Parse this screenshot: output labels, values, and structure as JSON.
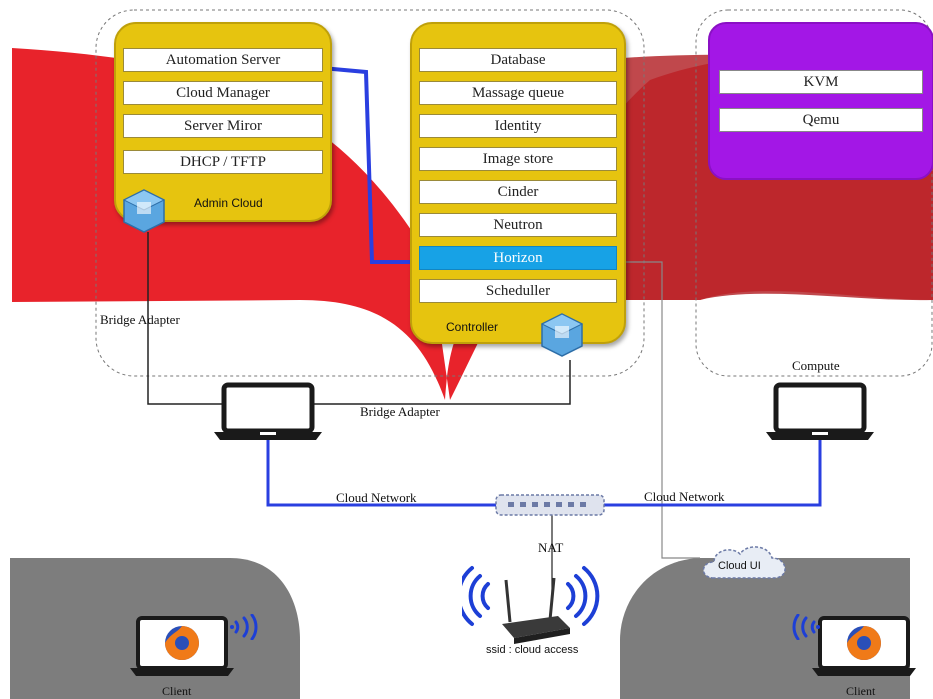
{
  "admin_cloud": {
    "title": "Admin Cloud",
    "items": [
      "Automation Server",
      "Cloud Manager",
      "Server Miror",
      "DHCP / TFTP"
    ]
  },
  "controller": {
    "title": "Controller",
    "items": [
      "Database",
      "Massage queue",
      "Identity",
      "Image store",
      "Cinder",
      "Neutron",
      "Horizon",
      "Scheduller"
    ],
    "highlighted": "Horizon"
  },
  "compute_box": {
    "title": "Compute",
    "items": [
      "KVM",
      "Qemu"
    ]
  },
  "labels": {
    "bridge_adapter_left": "Bridge Adapter",
    "bridge_adapter_mid": "Bridge Adapter",
    "cloud_network_left": "Cloud Network",
    "cloud_network_right": "Cloud Network",
    "nat": "NAT",
    "cloud_ui": "Cloud UI",
    "ssid": "ssid : cloud access",
    "client_left": "Client",
    "client_right": "Client"
  },
  "colors": {
    "panel_yellow": "#e6c40f",
    "horizon_blue": "#17a2e6",
    "compute_purple": "#a317e6",
    "network_blue": "#2a3fe0",
    "ribbon_red": "#e8232b",
    "ribbon_dark": "#b5282d"
  },
  "icons": [
    "virtualbox-icon",
    "laptop-icon",
    "network-switch-icon",
    "wifi-router-icon",
    "firefox-icon",
    "wifi-signal-icon",
    "cloud-icon"
  ]
}
